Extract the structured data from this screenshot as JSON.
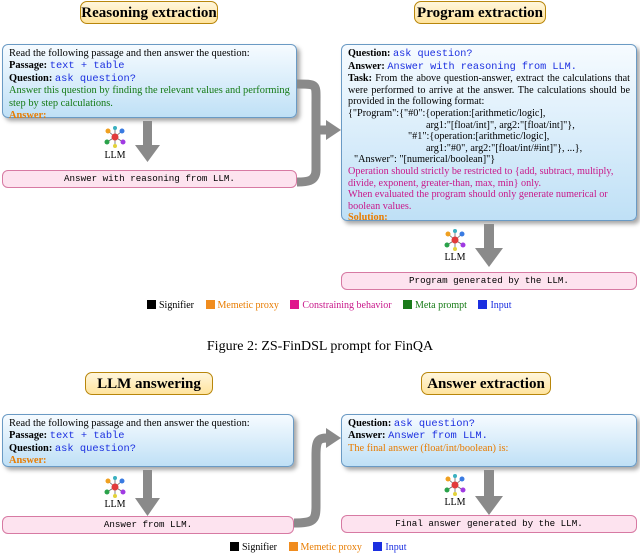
{
  "figure1": {
    "left_title": "Reasoning extraction",
    "right_title": "Program extraction",
    "left_box": {
      "intro": "Read the following passage and then answer the question:",
      "passage_label": "Passage:",
      "passage_value": "text + table",
      "question_label": "Question:",
      "question_value": "ask question?",
      "meta": "Answer this question by finding the relevant values and performing step by step calculations.",
      "answer_label": "Answer:"
    },
    "left_output": "Answer with reasoning from LLM.",
    "right_box": {
      "question_label": "Question:",
      "question_value": "ask question?",
      "answer_label": "Answer:",
      "answer_value": "Answer with reasoning from LLM.",
      "task_label": "Task:",
      "task_text": "From the above question-answer, extract the calculations that were performed to arrive at the answer. The calculations should be provided in the following format:",
      "fmt1": "{\"Program\":{\"#0\":{operation:[arithmetic/logic],",
      "fmt2": "arg1:\"[float/int]\", arg2:\"[float/int]\"},",
      "fmt3": "\"#1\":{operation:[arithmetic/logic],",
      "fmt4": "arg1:\"#0\", arg2:\"[float/int/#int]\"}, ...},",
      "fmt5": "\"Answer\": \"[numerical/boolean]\"}",
      "constraint1": "Operation should strictly be restricted to {add, subtract, multiply, divide, exponent, greater-than, max, min} only.",
      "constraint2": "When evaluated the program should only generate numerical or boolean values.",
      "solution_label": "Solution:"
    },
    "right_output": "Program generated by the LLM.",
    "caption": "Figure 2: ZS-FinDSL prompt for FinQA"
  },
  "figure2": {
    "left_title": "LLM answering",
    "right_title": "Answer extraction",
    "left_box": {
      "intro": "Read the following passage and then answer the question:",
      "passage_label": "Passage:",
      "passage_value": "text + table",
      "question_label": "Question:",
      "question_value": "ask question?",
      "answer_label": "Answer:"
    },
    "left_output": "Answer from LLM.",
    "right_box": {
      "question_label": "Question:",
      "question_value": "ask question?",
      "answer_label": "Answer:",
      "answer_value": "Answer from LLM.",
      "final_prompt": "The final answer (float/int/boolean) is:"
    },
    "right_output": "Final answer generated by the LLM."
  },
  "llm_label": "LLM",
  "legend1": [
    {
      "label": "Signifier",
      "color": "#000000"
    },
    {
      "label": "Memetic proxy",
      "color": "#f08c1e"
    },
    {
      "label": "Constraining behavior",
      "color": "#e0148c"
    },
    {
      "label": "Meta prompt",
      "color": "#1a7a1a"
    },
    {
      "label": "Input",
      "color": "#1b2fe0"
    }
  ],
  "legend2": [
    {
      "label": "Signifier",
      "color": "#000000"
    },
    {
      "label": "Memetic proxy",
      "color": "#f08c1e"
    },
    {
      "label": "Input",
      "color": "#1b2fe0"
    }
  ]
}
